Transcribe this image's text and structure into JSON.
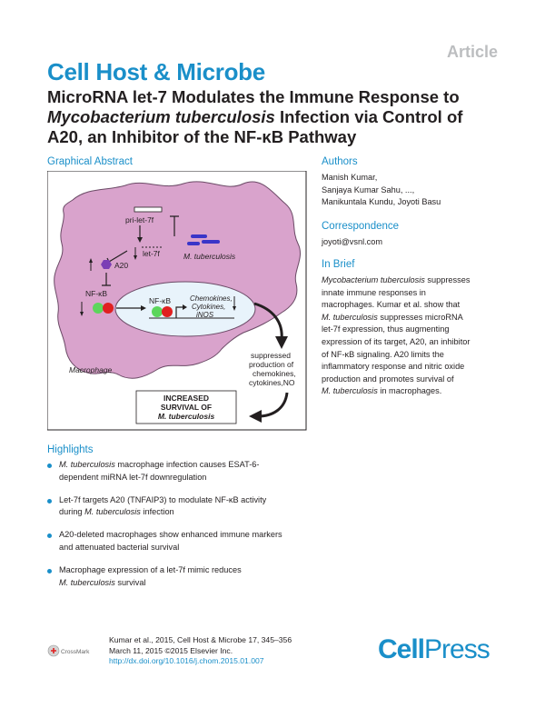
{
  "header": {
    "article_tag": "Article",
    "journal": "Cell Host & Microbe",
    "title_line1": "MicroRNA let-7 Modulates the Immune Response to",
    "title_line2_italic": "Mycobacterium tuberculosis",
    "title_line2_rest": " Infection via Control of",
    "title_line3": "A20, an Inhibitor of the NF-κB Pathway"
  },
  "graphical_abstract": {
    "heading": "Graphical Abstract",
    "labels": {
      "pri_let7f": "pri-let-7f",
      "let7f": "let-7f",
      "m_tb": "M. tuberculosis",
      "a20": "A20",
      "nfkb_cyto": "NF-κB",
      "nfkb_nuc": "NF-κB",
      "chemokines": "Chemokines,",
      "cytokines": "Cytokines,",
      "inos": "iNOS",
      "macrophage": "Macrophage",
      "suppressed1": "suppressed",
      "suppressed2": "production of",
      "suppressed3": "chemokines,",
      "suppressed4": "cytokines,NO",
      "survival1": "INCREASED",
      "survival2": "SURVIVAL OF",
      "survival3": "M. tuberculosis"
    }
  },
  "authors": {
    "heading": "Authors",
    "line1": "Manish Kumar,",
    "line2": "Sanjaya Kumar Sahu, ...,",
    "line3": "Manikuntala Kundu, Joyoti Basu"
  },
  "correspondence": {
    "heading": "Correspondence",
    "email": "joyoti@vsnl.com"
  },
  "in_brief": {
    "heading": "In Brief",
    "lines": [
      [
        "i",
        "Mycobacterium tuberculosis",
        " suppresses"
      ],
      [
        "",
        "innate immune responses in",
        ""
      ],
      [
        "",
        "macrophages. Kumar et al. show that",
        ""
      ],
      [
        "i",
        "M. tuberculosis",
        " suppresses microRNA"
      ],
      [
        "",
        "let-7f expression, thus augmenting",
        ""
      ],
      [
        "",
        "expression of its target, A20, an inhibitor",
        ""
      ],
      [
        "",
        "of NF-κB signaling. A20 limits the",
        ""
      ],
      [
        "",
        "inflammatory response and nitric oxide",
        ""
      ],
      [
        "",
        "production and promotes survival of",
        ""
      ],
      [
        "i",
        "M. tuberculosis",
        " in macrophages."
      ]
    ]
  },
  "highlights": {
    "heading": "Highlights",
    "items": [
      {
        "line1_italic": "M. tuberculosis",
        "line1_rest": " macrophage infection causes ESAT-6-",
        "line2_italic": "",
        "line2_rest": "dependent miRNA let-7f downregulation"
      },
      {
        "line1_italic": "",
        "line1_rest": "Let-7f targets A20 (TNFAIP3) to modulate NF-κB activity",
        "line2_italic": "M. tuberculosis",
        "line2_rest": " infection",
        "line2_prefix": "during "
      },
      {
        "line1_italic": "",
        "line1_rest": "A20-deleted macrophages show enhanced immune markers",
        "line2_italic": "",
        "line2_rest": "and attenuated bacterial survival"
      },
      {
        "line1_italic": "",
        "line1_rest": "Macrophage expression of a let-7f mimic reduces",
        "line2_italic": "M. tuberculosis",
        "line2_rest": " survival"
      }
    ]
  },
  "footer": {
    "citation": "Kumar et al., 2015, Cell Host & Microbe 17, 345–356",
    "date": "March 11, 2015 ©2015 Elsevier Inc.",
    "doi": "http://dx.doi.org/10.1016/j.chom.2015.01.007",
    "crossmark": "CrossMark",
    "publisher_a": "Cell",
    "publisher_b": "Press"
  },
  "colors": {
    "accent": "#1a8fc9",
    "cell_fill": "#d9a3cc",
    "nucleus_fill": "#e8f3fb",
    "a20_purple": "#7b3fb5",
    "mtb_blue": "#3a35c8",
    "nfkb_green": "#5cd65c",
    "nfkb_red": "#e02020"
  }
}
